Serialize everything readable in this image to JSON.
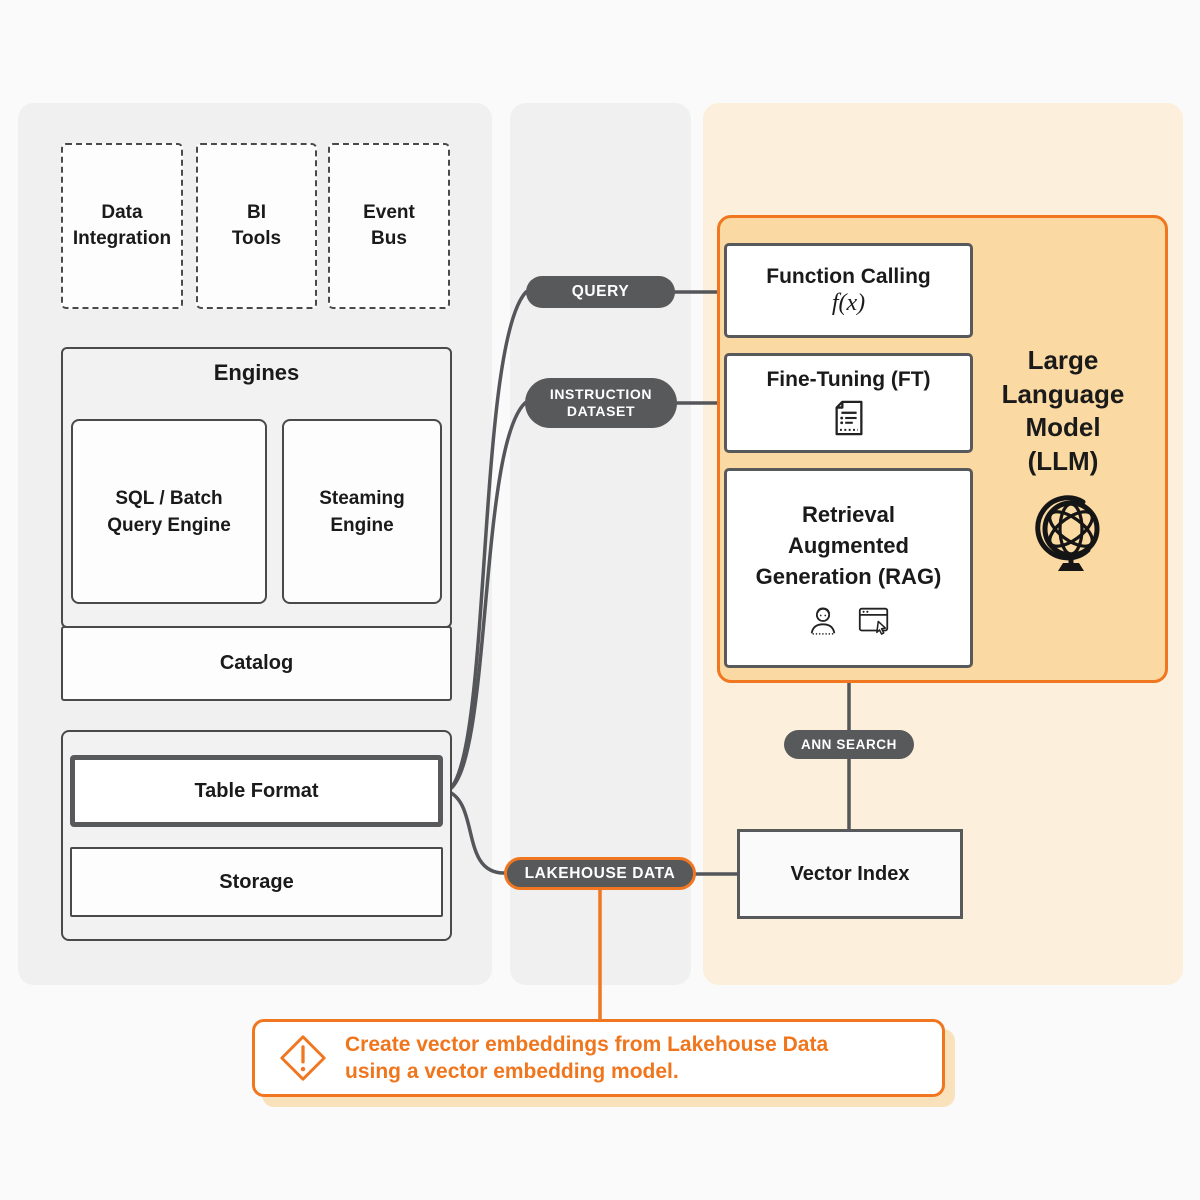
{
  "colors": {
    "accent_orange": "#f0761f",
    "pill_gray": "#58595b",
    "panel_gray": "#f0f0f1",
    "panel_peach": "#fcefdb",
    "llm_fill": "#fbd9a2",
    "callout_shadow": "#f9e2bb",
    "wire_gray": "#55565a"
  },
  "lakehouse": {
    "sources": [
      "Data\nIntegration",
      "BI\nTools",
      "Event\nBus"
    ],
    "engines_title": "Engines",
    "engine_boxes": [
      "SQL / Batch\nQuery Engine",
      "Steaming\nEngine"
    ],
    "catalog": "Catalog",
    "table_format": "Table Format",
    "storage": "Storage"
  },
  "pills": {
    "query": "QUERY",
    "instruction_dataset": "INSTRUCTION\nDATASET",
    "lakehouse_data": "LAKEHOUSE DATA",
    "ann_search": "ANN SEARCH"
  },
  "llm": {
    "title": "Large\nLanguage\nModel\n(LLM)",
    "function_calling": {
      "title": "Function Calling",
      "formula": "f(x)"
    },
    "fine_tuning": {
      "title": "Fine-Tuning (FT)"
    },
    "rag": {
      "title": "Retrieval\nAugmented\nGeneration (RAG)"
    }
  },
  "vector_index": {
    "label": "Vector Index"
  },
  "callout": {
    "text": "Create vector embeddings from Lakehouse Data\nusing a vector embedding model."
  },
  "icons": {
    "fine_tuning": "document-icon",
    "rag": [
      "person-icon",
      "browser-cursor-icon"
    ],
    "llm": "globe-icon",
    "callout": "warning-diamond-icon"
  }
}
